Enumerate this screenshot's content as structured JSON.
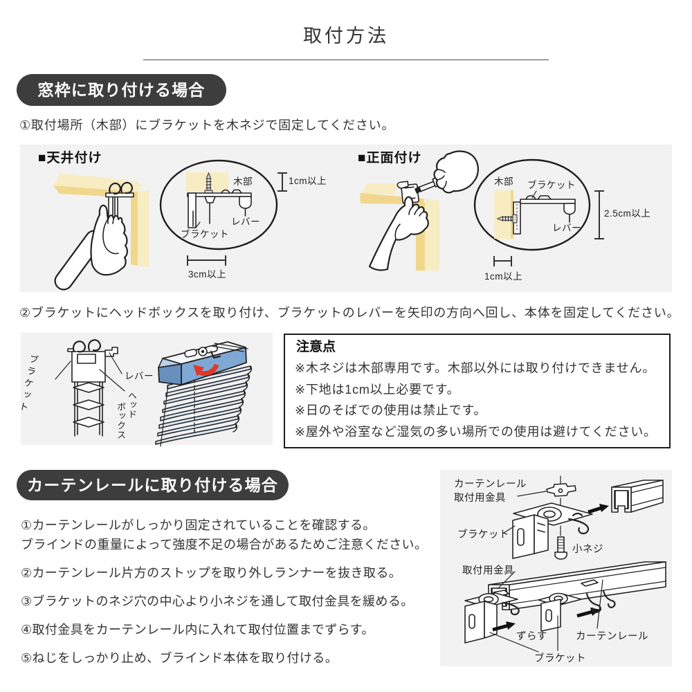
{
  "theme": {
    "badge_bg": "#3d3d3d",
    "panel_bg": "#f2f2f2",
    "text_color": "#333333",
    "wood_light": "#f8ecc3",
    "wood_dark": "#f0d78c",
    "blind_rail_front": "#7fa9d4",
    "blind_rail_top": "#b8d0e8",
    "blind_rail_cap": "#6890bf",
    "blind_slat": "#dbe8f5",
    "arrow_red": "#e0392b"
  },
  "header": {
    "title": "取付方法"
  },
  "window_section": {
    "badge": "窓枠に取り付ける場合",
    "step1": "①取付場所（木部）にブラケットを木ネジで固定してください。",
    "step2": "②ブラケットにヘッドボックスを取り付け、ブラケットのレバーを矢印の方向へ回し、本体を固定してください。",
    "ceiling_mount": {
      "heading": "■天井付け",
      "wood": "木部",
      "min_depth": "1cm以上",
      "lever": "レバー",
      "bracket": "ブラケット",
      "min_width": "3cm以上"
    },
    "front_mount": {
      "heading": "■正面付け",
      "wood": "木部",
      "bracket": "ブラケット",
      "lever": "レバー",
      "min_height": "2.5cm以上",
      "min_width": "1cm以上"
    },
    "attach_diagram": {
      "bracket": "ブラケット",
      "lever": "レバー",
      "headbox_right_column": "ヘッド",
      "headbox_left_column": "ボックス"
    },
    "caution": {
      "title": "注意点",
      "items": [
        "※木ネジは木部専用です。木部以外には取り付けできません。",
        "※下地は1cm以上必要です。",
        "※日のそばでの使用は禁止です。",
        "※屋外や浴室など湿気の多い場所での使用は避けてください。"
      ]
    }
  },
  "rail_section": {
    "badge": "カーテンレールに取り付ける場合",
    "steps": [
      "①カーテンレールがしっかり固定されていることを確認する。\nブラインドの重量によって強度不足の場合があるためご注意ください。",
      "②カーテンレール片方のストップを取り外しランナーを抜き取る。",
      "③ブラケットのネジ穴の中心より小ネジを通して取付金具を緩める。",
      "④取付金具をカーテンレール内に入れて取付位置までずらす。",
      "⑤ねじをしっかり止め、ブラインド本体を取り付ける。"
    ],
    "diagram": {
      "rail_fitting_line1": "カーテンレール",
      "rail_fitting_line2": "取付用金具",
      "bracket_top": "ブラケット",
      "small_screw": "小ネジ",
      "fitting": "取付用金具",
      "slide": "ずらす",
      "curtain_rail": "カーテンレール",
      "bracket_bottom": "ブラケット"
    }
  }
}
